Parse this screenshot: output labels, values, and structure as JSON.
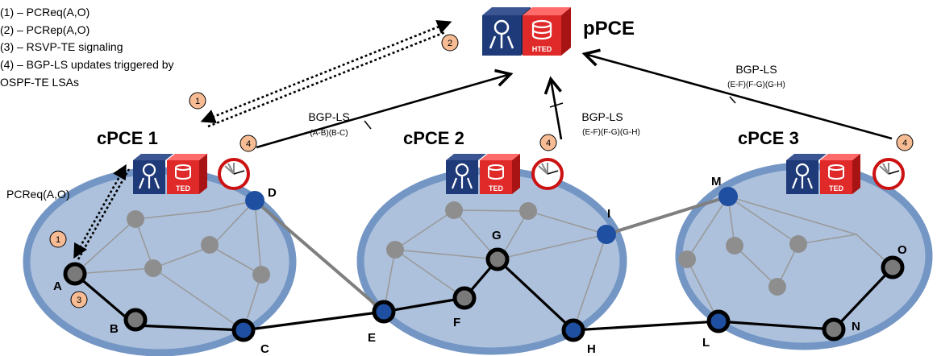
{
  "legend": [
    "(1) – PCReq(A,O)",
    "(2) – PCRep(A,O)",
    "(3) – RSVP-TE signaling",
    "(4) – BGP-LS updates triggered by",
    "OSPF-TE LSAs"
  ],
  "pce": {
    "parent": {
      "title": "pPCE",
      "db_label": "HTED"
    },
    "children": [
      {
        "title": "cPCE 1",
        "db_label": "TED"
      },
      {
        "title": "cPCE 2",
        "db_label": "TED"
      },
      {
        "title": "cPCE 3",
        "db_label": "TED"
      }
    ]
  },
  "bgp_links": [
    {
      "label": "BGP-LS",
      "sub": "(A-B)(B-C)"
    },
    {
      "label": "BGP-LS",
      "sub": "(E-F)(F-G)(G-H)"
    },
    {
      "label": "BGP-LS",
      "sub": "(E-F)(F-G)(G-H)"
    }
  ],
  "pcreq_label": "PCReq(A,O)",
  "step_markers": {
    "s1a": "1",
    "s2": "2",
    "s1b": "1",
    "s3": "3",
    "s4a": "4",
    "s4b": "4",
    "s4c": "4"
  },
  "nodes": {
    "A": "A",
    "B": "B",
    "C": "C",
    "D": "D",
    "E": "E",
    "F": "F",
    "G": "G",
    "H": "H",
    "I": "I",
    "L": "L",
    "M": "M",
    "N": "N",
    "O": "O"
  },
  "colors": {
    "domain_fill": "#adc1dd",
    "domain_ring": "#7496c4",
    "border_node": "#1f4fa0",
    "internal_node": "#8e8e8e",
    "path_node": "#7a7a7a",
    "intra_link": "#9a9a9a",
    "inter_link": "#7f7f7f",
    "marker_fill": "#f7bc94",
    "pce_blue": "#1f3a78",
    "pce_red": "#e02a2a",
    "clock_red": "#cc1111"
  }
}
